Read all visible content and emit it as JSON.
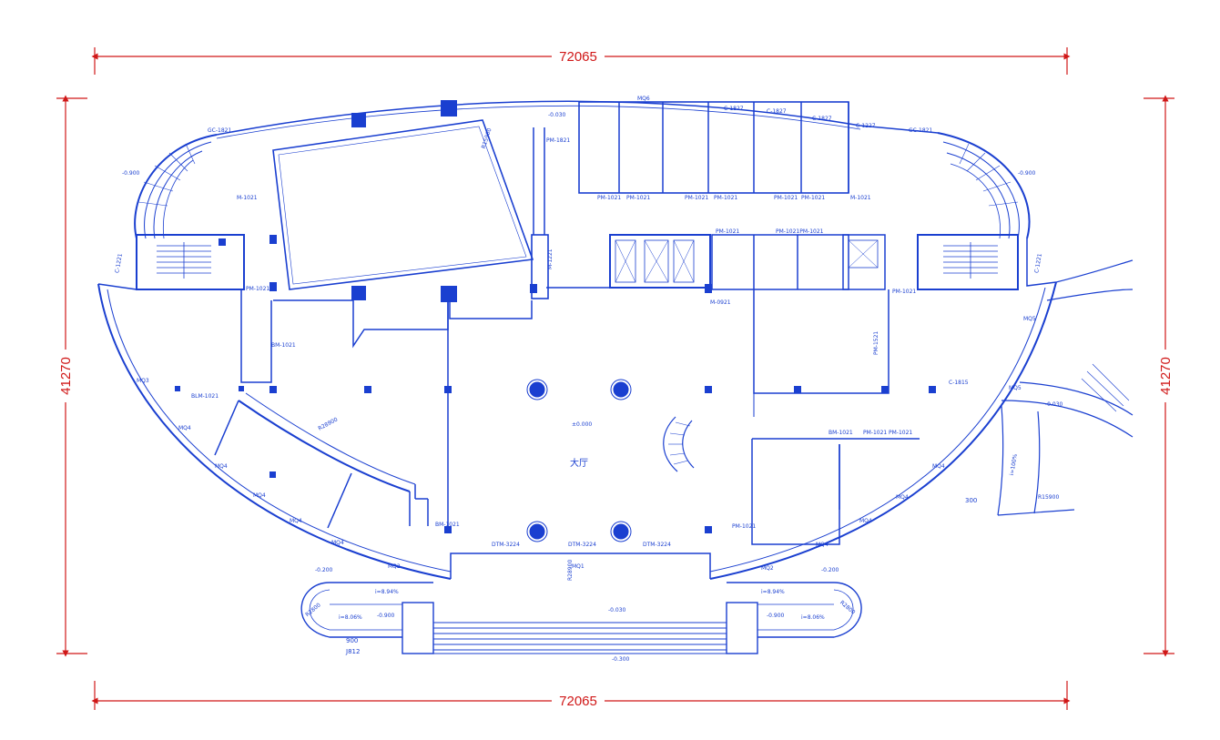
{
  "colors": {
    "plan": "#1a3fd0",
    "dimension": "#d01818",
    "background": "#ffffff"
  },
  "dimensions": {
    "width": "72065",
    "depth": "41270"
  },
  "levels": {
    "hall": "±0.000",
    "ground_left": "-0.900",
    "ground_right": "-0.900",
    "top": "-0.030",
    "entrance": "-0.030",
    "bottom": "-0.300",
    "ramp_left": "-0.200",
    "ramp_right": "-0.200",
    "ramp_low_left": "-0.900",
    "ramp_low_right": "-0.900",
    "bridge": "-0.030"
  },
  "slopes": {
    "ramp_left": "i=8.94%",
    "ramp_right": "i=8.94%",
    "step_left": "i=8.06%",
    "step_right": "i=8.06%"
  },
  "rooms": {
    "hall": "大厅"
  },
  "doors": {
    "gc_left": "GC-1821",
    "gc_right": "GC-1821",
    "pm_top": "PM-1821",
    "c1827a": "C-1827",
    "c1827b": "C-1827",
    "c1827c": "C-1827",
    "c1227": "C-1227",
    "m1021_left": "M-1021",
    "m1021_right": "M-1021",
    "pm_row": [
      "PM-1021",
      "PM-1021",
      "PM-1021",
      "PM-1021",
      "PM-1021",
      "PM-1021"
    ],
    "pm_mid": "PM-1021",
    "pm_mid2": "PM-1021PM-1021",
    "m0921": "M-0921",
    "pm_stair_l": "PM-1021",
    "pm_stair_r": "PM-1021",
    "pm_right_room": "PM-1521",
    "bm_left": "BM-1021",
    "blm": "BLM-1021",
    "bm_bottom": "BM-1021",
    "c1815": "C-1815",
    "bm_right": "BM-1021",
    "pm_r2": "PM-1021",
    "pm_r3": "PM-1021",
    "pm_bottom_right": "PM-1021",
    "dtm_left": "DTM-3224",
    "dtm_mid": "DTM-3224",
    "dtm_right": "DTM-3224",
    "m1221": "M-1221",
    "c1221_l": "C-1221",
    "c1221_r": "C-1221"
  },
  "curtain_walls": [
    "MQ1",
    "MQ2",
    "MQ2",
    "MQ3",
    "MQ4",
    "MQ4",
    "MQ4",
    "MQ4",
    "MQ4",
    "MQ4",
    "MQ4",
    "MQ4",
    "MQ4",
    "MQ5",
    "MQ5",
    "MQ6"
  ],
  "radii": {
    "r_top": "R15900",
    "r_wall": "R28900",
    "r_entrance": "R28900",
    "r_bridge": "R15900",
    "r_ramp_l": "R2800",
    "r_ramp_r": "R2800"
  },
  "misc": {
    "ramp_note": "900",
    "ramp_code": "J812",
    "bridge_slope": "i=100%",
    "bridge_len": "300"
  }
}
